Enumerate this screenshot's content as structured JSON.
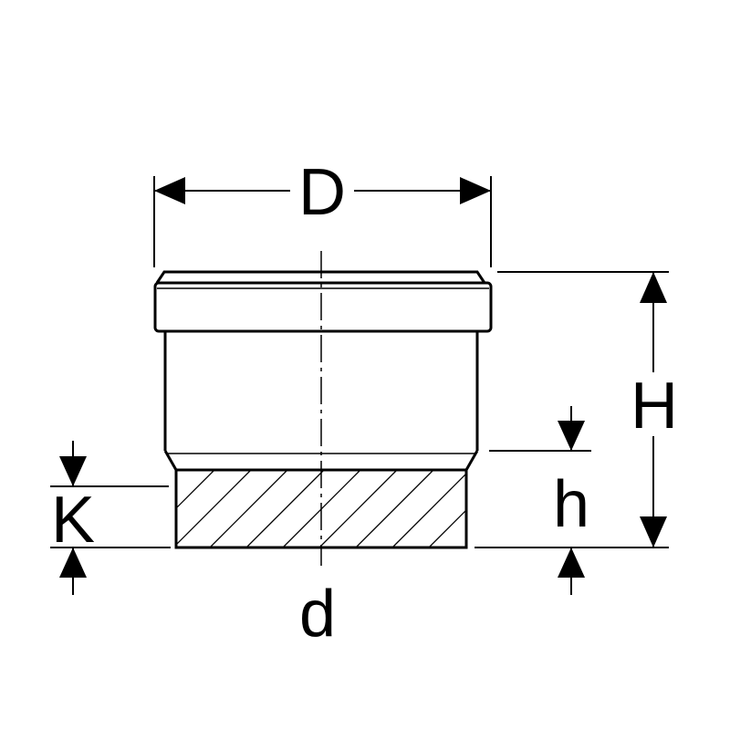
{
  "labels": {
    "D": "D",
    "H": "H",
    "h": "h",
    "K": "K",
    "d": "d"
  },
  "colors": {
    "line": "#000000",
    "background": "#ffffff"
  }
}
